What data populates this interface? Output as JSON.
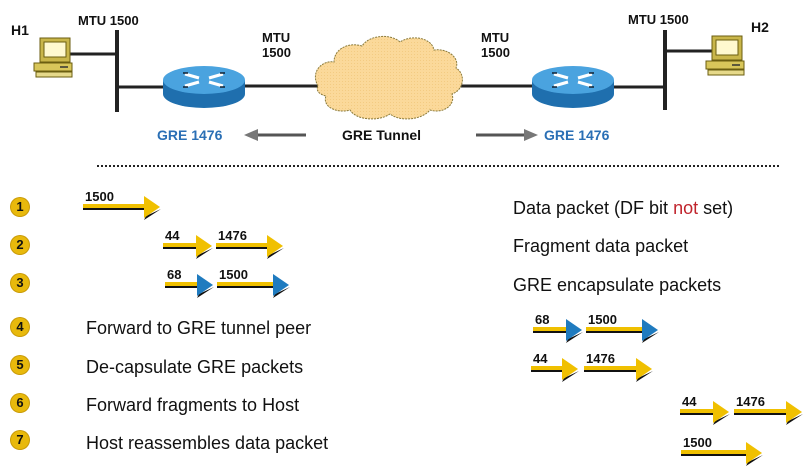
{
  "topology": {
    "hosts": [
      {
        "name": "H1",
        "icon": "computer-icon"
      },
      {
        "name": "H2",
        "icon": "computer-icon"
      }
    ],
    "mtu_labels": {
      "left_lan": "MTU 1500",
      "left_router_link": [
        "MTU",
        "1500"
      ],
      "right_router_link": [
        "MTU",
        "1500"
      ],
      "right_lan": "MTU 1500"
    },
    "routers": [
      {
        "icon": "router-icon",
        "gre_label": "GRE 1476"
      },
      {
        "icon": "router-icon",
        "gre_label": "GRE 1476"
      }
    ],
    "cloud_icon": "cloud-icon",
    "tunnel_label": "GRE Tunnel",
    "colors": {
      "gre_label": "#2a6fb5",
      "cloud_fill": "#fbd99a",
      "router_blue": "#2f86c8",
      "packet_yellow": "#f0c000",
      "packet_blue_head": "#1f7bbf",
      "badge": "#e8b90c",
      "highlight_red": "#c0242c"
    }
  },
  "steps": [
    {
      "number": "1",
      "description_parts": [
        "Data packet (DF bit ",
        "not",
        " set)"
      ],
      "packets": [
        {
          "size": "1500",
          "head": "yellow"
        }
      ]
    },
    {
      "number": "2",
      "description": "Fragment data packet",
      "packets": [
        {
          "size": "44",
          "head": "yellow"
        },
        {
          "size": "1476",
          "head": "yellow"
        }
      ]
    },
    {
      "number": "3",
      "description": "GRE encapsulate packets",
      "packets": [
        {
          "size": "68",
          "head": "blue"
        },
        {
          "size": "1500",
          "head": "blue"
        }
      ]
    },
    {
      "number": "4",
      "description": "Forward to GRE tunnel peer",
      "packets": [
        {
          "size": "68",
          "head": "blue"
        },
        {
          "size": "1500",
          "head": "blue"
        }
      ]
    },
    {
      "number": "5",
      "description": "De-capsulate GRE packets",
      "packets": [
        {
          "size": "44",
          "head": "yellow"
        },
        {
          "size": "1476",
          "head": "yellow"
        }
      ]
    },
    {
      "number": "6",
      "description": "Forward fragments to Host",
      "packets": [
        {
          "size": "44",
          "head": "yellow"
        },
        {
          "size": "1476",
          "head": "yellow"
        }
      ]
    },
    {
      "number": "7",
      "description": "Host reassembles data packet",
      "packets": [
        {
          "size": "1500",
          "head": "yellow"
        }
      ]
    }
  ]
}
